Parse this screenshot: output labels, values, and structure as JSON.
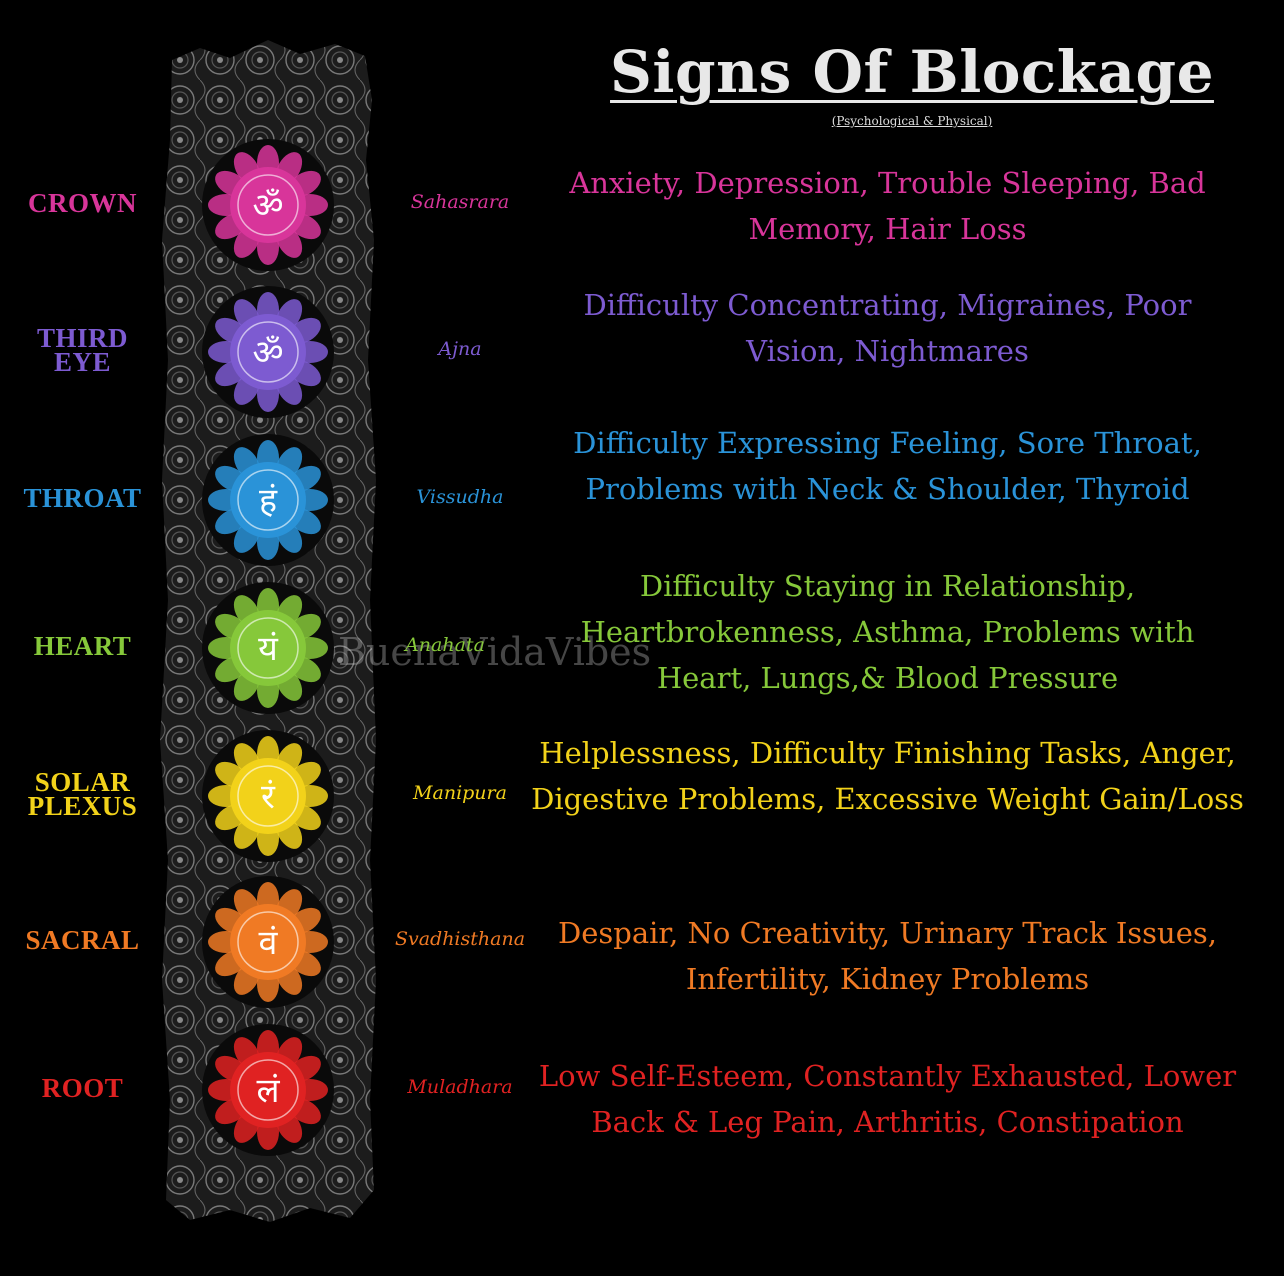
{
  "title": "Signs Of Blockage",
  "subtitle": "(Psychological & Physical)",
  "watermark": "@BuenaVidaVibes",
  "chakras": [
    {
      "label": "CROWN",
      "sanskrit": "Sahasrara",
      "symbol": "ॐ",
      "color": "#d8359a",
      "desc": "Anxiety, Depression, Trouble Sleeping, Bad Memory, Hair Loss"
    },
    {
      "label": "THIRD EYE",
      "sanskrit": "Ajna",
      "symbol": "ॐ",
      "color": "#7d5bd1",
      "desc": "Difficulty Concentrating, Migraines, Poor Vision, Nightmares"
    },
    {
      "label": "THROAT",
      "sanskrit": "Vissudha",
      "symbol": "हं",
      "color": "#2a93d8",
      "desc": "Difficulty Expressing Feeling, Sore Throat, Problems with Neck & Shoulder, Thyroid"
    },
    {
      "label": "HEART",
      "sanskrit": "Anahata",
      "symbol": "यं",
      "color": "#86c83a",
      "desc": "Difficulty Staying in Relationship, Heartbrokenness, Asthma, Problems with Heart, Lungs,& Blood Pressure"
    },
    {
      "label": "SOLAR PLEXUS",
      "sanskrit": "Manipura",
      "symbol": "रं",
      "color": "#f2d21a",
      "desc": "Helplessness, Difficulty Finishing Tasks, Anger, Digestive Problems, Excessive Weight Gain/Loss"
    },
    {
      "label": "SACRAL",
      "sanskrit": "Svadhisthana",
      "symbol": "वं",
      "color": "#f07a24",
      "desc": "Despair, No Creativity, Urinary Track Issues, Infertility, Kidney Problems"
    },
    {
      "label": "ROOT",
      "sanskrit": "Muladhara",
      "symbol": "लं",
      "color": "#e02222",
      "desc": "Low Self-Esteem, Constantly Exhausted, Lower Back & Leg Pain, Arthritis, Constipation"
    }
  ]
}
